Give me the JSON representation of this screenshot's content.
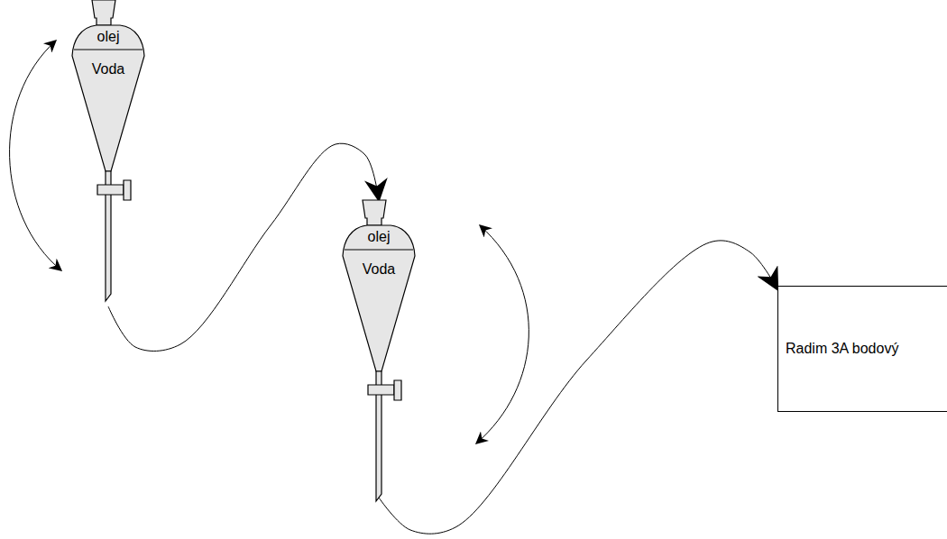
{
  "diagram": {
    "nodes": [
      {
        "text": [
          "olej",
          "Voda"
        ]
      },
      {
        "text": [
          "olej",
          "Voda"
        ]
      },
      {
        "text": [
          "Radim 3A bodový"
        ]
      }
    ],
    "edges": [
      {
        "from": 0,
        "to": 1,
        "arrow": "to"
      },
      {
        "from": 1,
        "to": 2,
        "arrow": "to"
      }
    ]
  }
}
